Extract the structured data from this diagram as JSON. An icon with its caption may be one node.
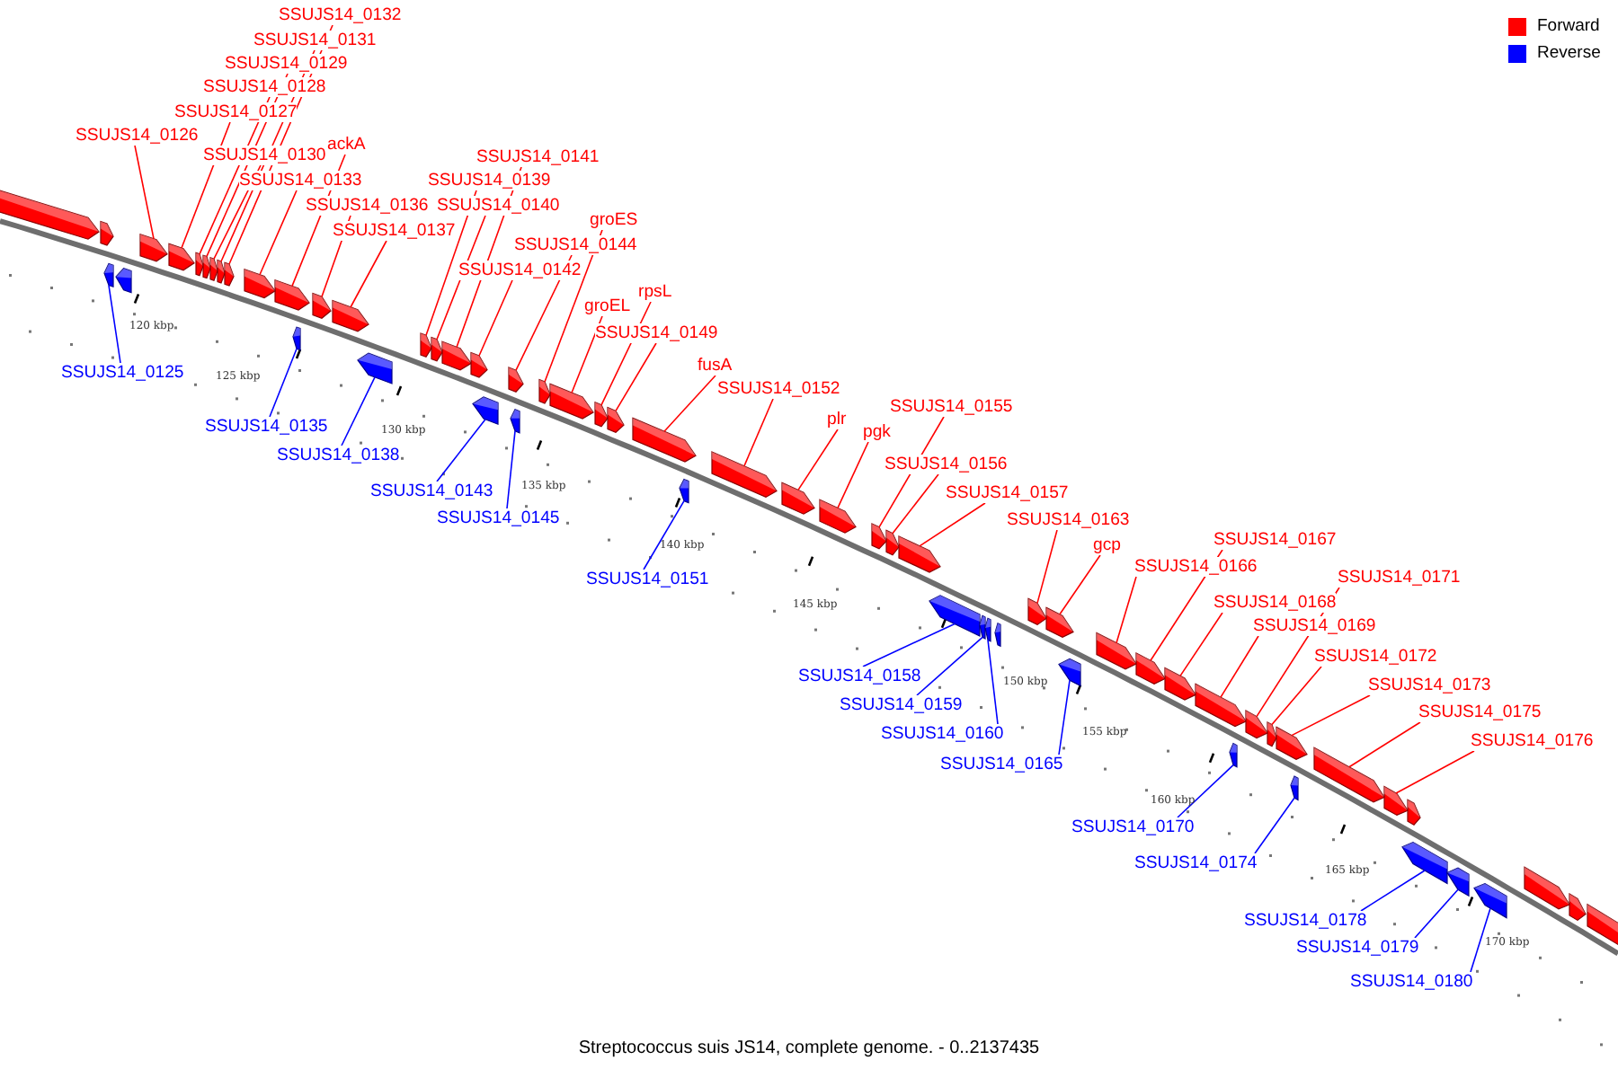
{
  "diagram": {
    "caption": "Streptococcus suis JS14, complete genome. - 0..2137435",
    "nodes": [
      {
        "text": [
          "SSUJS14_0125"
        ]
      },
      {
        "text": [
          "SSUJS14_0126"
        ]
      },
      {
        "text": [
          "SSUJS14_0127"
        ]
      },
      {
        "text": [
          "SSUJS14_0128"
        ]
      },
      {
        "text": [
          "SSUJS14_0129"
        ]
      },
      {
        "text": [
          "SSUJS14_0130"
        ]
      },
      {
        "text": [
          "SSUJS14_0131"
        ]
      },
      {
        "text": [
          "SSUJS14_0132"
        ]
      },
      {
        "text": [
          "ackA"
        ]
      },
      {
        "text": [
          "SSUJS14_0133"
        ]
      },
      {
        "text": [
          "SSUJS14_0135"
        ]
      },
      {
        "text": [
          "SSUJS14_0136"
        ]
      },
      {
        "text": [
          "SSUJS14_0137"
        ]
      },
      {
        "text": [
          "SSUJS14_0138"
        ]
      },
      {
        "text": [
          "SSUJS14_0139"
        ]
      },
      {
        "text": [
          "SSUJS14_0140"
        ]
      },
      {
        "text": [
          "SSUJS14_0141"
        ]
      },
      {
        "text": [
          "SSUJS14_0142"
        ]
      },
      {
        "text": [
          "SSUJS14_0143"
        ]
      },
      {
        "text": [
          "groES"
        ]
      },
      {
        "text": [
          "SSUJS14_0144"
        ]
      },
      {
        "text": [
          "SSUJS14_0145"
        ]
      },
      {
        "text": [
          "groEL"
        ]
      },
      {
        "text": [
          "rpsL"
        ]
      },
      {
        "text": [
          "SSUJS14_0149"
        ]
      },
      {
        "text": [
          "fusA"
        ]
      },
      {
        "text": [
          "SSUJS14_0151"
        ]
      },
      {
        "text": [
          "SSUJS14_0152"
        ]
      },
      {
        "text": [
          "plr"
        ]
      },
      {
        "text": [
          "pgk"
        ]
      },
      {
        "text": [
          "SSUJS14_0155"
        ]
      },
      {
        "text": [
          "SSUJS14_0156"
        ]
      },
      {
        "text": [
          "SSUJS14_0157"
        ]
      },
      {
        "text": [
          "SSUJS14_0158"
        ]
      },
      {
        "text": [
          "SSUJS14_0159"
        ]
      },
      {
        "text": [
          "SSUJS14_0160"
        ]
      },
      {
        "text": [
          "SSUJS14_0163"
        ]
      },
      {
        "text": [
          "gcp"
        ]
      },
      {
        "text": [
          "SSUJS14_0165"
        ]
      },
      {
        "text": [
          "SSUJS14_0166"
        ]
      },
      {
        "text": [
          "SSUJS14_0167"
        ]
      },
      {
        "text": [
          "SSUJS14_0168"
        ]
      },
      {
        "text": [
          "SSUJS14_0169"
        ]
      },
      {
        "text": [
          "SSUJS14_0170"
        ]
      },
      {
        "text": [
          "SSUJS14_0171"
        ]
      },
      {
        "text": [
          "SSUJS14_0172"
        ]
      },
      {
        "text": [
          "SSUJS14_0173"
        ]
      },
      {
        "text": [
          "SSUJS14_0174"
        ]
      },
      {
        "text": [
          "SSUJS14_0175"
        ]
      },
      {
        "text": [
          "SSUJS14_0176"
        ]
      },
      {
        "text": [
          "SSUJS14_0178"
        ]
      },
      {
        "text": [
          "SSUJS14_0179"
        ]
      },
      {
        "text": [
          "SSUJS14_0180"
        ]
      },
      {
        "text": [],
        "shape": "box"
      },
      {
        "text": [],
        "shape": "box"
      },
      {
        "text": [],
        "shape": "box"
      },
      {
        "text": [],
        "shape": "box"
      },
      {
        "text": [],
        "shape": "box"
      },
      {
        "text": [],
        "shape": "box"
      },
      {
        "text": [],
        "shape": "box"
      },
      {
        "text": [],
        "shape": "box"
      },
      {
        "text": [],
        "shape": "box"
      },
      {
        "text": [],
        "shape": "box"
      },
      {
        "text": [],
        "shape": "box"
      },
      {
        "text": [],
        "shape": "box"
      },
      {
        "text": [],
        "shape": "box"
      },
      {
        "text": [],
        "shape": "box"
      },
      {
        "text": [],
        "shape": "box"
      },
      {
        "text": [],
        "shape": "box"
      },
      {
        "text": [],
        "shape": "box"
      },
      {
        "text": [],
        "shape": "box"
      },
      {
        "text": [],
        "shape": "box"
      },
      {
        "text": [],
        "shape": "box"
      },
      {
        "text": [],
        "shape": "box"
      },
      {
        "text": [],
        "shape": "box"
      },
      {
        "text": [],
        "shape": "box"
      },
      {
        "text": [],
        "shape": "box"
      },
      {
        "text": [],
        "shape": "box"
      },
      {
        "text": [],
        "shape": "box"
      },
      {
        "text": [],
        "shape": "box"
      },
      {
        "text": [],
        "shape": "box"
      },
      {
        "text": [],
        "shape": "box"
      },
      {
        "text": [],
        "shape": "box"
      },
      {
        "text": [],
        "shape": "box"
      },
      {
        "text": [],
        "shape": "box"
      },
      {
        "text": [],
        "shape": "box"
      },
      {
        "text": [],
        "shape": "box"
      },
      {
        "text": [],
        "shape": "box"
      },
      {
        "text": [],
        "shape": "box"
      },
      {
        "text": [],
        "shape": "box"
      },
      {
        "text": [],
        "shape": "box"
      },
      {
        "text": [],
        "shape": "box"
      },
      {
        "text": [],
        "shape": "box"
      },
      {
        "text": [],
        "shape": "box"
      },
      {
        "text": [],
        "shape": "box"
      },
      {
        "text": [],
        "shape": "box"
      },
      {
        "text": [],
        "shape": "box"
      },
      {
        "text": [],
        "shape": "box"
      },
      {
        "text": [],
        "shape": "box"
      },
      {
        "text": [],
        "shape": "box"
      },
      {
        "text": [],
        "shape": "box"
      },
      {
        "text": [],
        "shape": "box"
      },
      {
        "text": [],
        "shape": "box"
      },
      {
        "text": [],
        "shape": "box"
      },
      {
        "text": [],
        "shape": "box"
      },
      {
        "text": [],
        "shape": "box"
      },
      {
        "text": [],
        "shape": "box"
      },
      {
        "text": [],
        "shape": "box"
      },
      {
        "text": [],
        "shape": "box"
      },
      {
        "text": [],
        "shape": "box"
      },
      {
        "text": [],
        "shape": "box"
      },
      {
        "text": [],
        "shape": "box"
      },
      {
        "text": [],
        "shape": "box"
      },
      {
        "text": [],
        "shape": "box"
      }
    ],
    "edges": [
      {
        "from": 0,
        "to": 53,
        "arrow": "none",
        "color": "#0000ff"
      },
      {
        "from": 1,
        "to": 54,
        "arrow": "none"
      },
      {
        "from": 2,
        "to": 55,
        "arrow": "none"
      },
      {
        "from": 3,
        "to": 56,
        "arrow": "none"
      },
      {
        "from": 4,
        "to": 57,
        "arrow": "none"
      },
      {
        "from": 5,
        "to": 58,
        "arrow": "none"
      },
      {
        "from": 6,
        "to": 59,
        "arrow": "none"
      },
      {
        "from": 7,
        "to": 60,
        "arrow": "none"
      },
      {
        "from": 8,
        "to": 61,
        "arrow": "none"
      },
      {
        "from": 9,
        "to": 62,
        "arrow": "none"
      },
      {
        "from": 10,
        "to": 63,
        "arrow": "none",
        "color": "#0000ff"
      },
      {
        "from": 11,
        "to": 64,
        "arrow": "none"
      },
      {
        "from": 12,
        "to": 65,
        "arrow": "none"
      },
      {
        "from": 13,
        "to": 66,
        "arrow": "none",
        "color": "#0000ff"
      },
      {
        "from": 14,
        "to": 67,
        "arrow": "none"
      },
      {
        "from": 15,
        "to": 68,
        "arrow": "none"
      },
      {
        "from": 16,
        "to": 69,
        "arrow": "none"
      },
      {
        "from": 17,
        "to": 70,
        "arrow": "none"
      },
      {
        "from": 18,
        "to": 71,
        "arrow": "none",
        "color": "#0000ff"
      },
      {
        "from": 19,
        "to": 72,
        "arrow": "none"
      },
      {
        "from": 20,
        "to": 73,
        "arrow": "none"
      },
      {
        "from": 21,
        "to": 74,
        "arrow": "none",
        "color": "#0000ff"
      },
      {
        "from": 22,
        "to": 75,
        "arrow": "none"
      },
      {
        "from": 23,
        "to": 76,
        "arrow": "none"
      },
      {
        "from": 24,
        "to": 77,
        "arrow": "none"
      },
      {
        "from": 25,
        "to": 78,
        "arrow": "none"
      },
      {
        "from": 26,
        "to": 79,
        "arrow": "none",
        "color": "#0000ff"
      },
      {
        "from": 27,
        "to": 80,
        "arrow": "none"
      },
      {
        "from": 28,
        "to": 81,
        "arrow": "none"
      },
      {
        "from": 29,
        "to": 82,
        "arrow": "none"
      },
      {
        "from": 30,
        "to": 83,
        "arrow": "none"
      },
      {
        "from": 31,
        "to": 84,
        "arrow": "none"
      },
      {
        "from": 32,
        "to": 85,
        "arrow": "none"
      },
      {
        "from": 33,
        "to": 86,
        "arrow": "none",
        "color": "#0000ff"
      },
      {
        "from": 34,
        "to": 87,
        "arrow": "none",
        "color": "#0000ff"
      },
      {
        "from": 35,
        "to": 88,
        "arrow": "none",
        "color": "#0000ff"
      },
      {
        "from": 36,
        "to": 89,
        "arrow": "none"
      },
      {
        "from": 37,
        "to": 90,
        "arrow": "none"
      },
      {
        "from": 38,
        "to": 91,
        "arrow": "none",
        "color": "#0000ff"
      },
      {
        "from": 39,
        "to": 92,
        "arrow": "none"
      },
      {
        "from": 40,
        "to": 93,
        "arrow": "none"
      },
      {
        "from": 41,
        "to": 94,
        "arrow": "none"
      },
      {
        "from": 42,
        "to": 95,
        "arrow": "none"
      },
      {
        "from": 43,
        "to": 96,
        "arrow": "none",
        "color": "#0000ff"
      },
      {
        "from": 44,
        "to": 97,
        "arrow": "none"
      },
      {
        "from": 45,
        "to": 98,
        "arrow": "none"
      },
      {
        "from": 46,
        "to": 99,
        "arrow": "none"
      },
      {
        "from": 47,
        "to": 100,
        "arrow": "none",
        "color": "#0000ff"
      },
      {
        "from": 48,
        "to": 101,
        "arrow": "none"
      },
      {
        "from": 49,
        "to": 102,
        "arrow": "none"
      },
      {
        "from": 50,
        "to": 103,
        "arrow": "none",
        "color": "#0000ff"
      },
      {
        "from": 51,
        "to": 104,
        "arrow": "none",
        "color": "#0000ff"
      },
      {
        "from": 52,
        "to": 105,
        "arrow": "none",
        "color": "#0000ff"
      }
    ],
    "labels": [
      "120 kbp",
      "125 kbp",
      "130 kbp",
      "135 kbp",
      "140 kbp",
      "145 kbp",
      "150 kbp",
      "155 kbp",
      "160 kbp",
      "165 kbp",
      "170 kbp"
    ],
    "legend": [
      {
        "text": "Forward",
        "color": "#ff0000"
      },
      {
        "text": "Reverse",
        "color": "#0000ff"
      }
    ]
  }
}
